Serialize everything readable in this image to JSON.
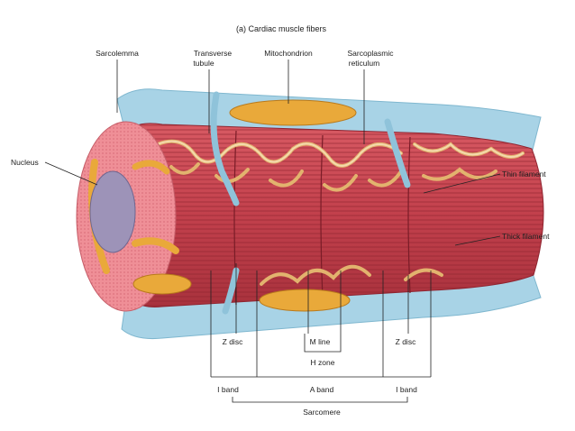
{
  "title": "(a) Cardiac muscle fibers",
  "labels": {
    "sarcolemma": "Sarcolemma",
    "transverse_tubule_1": "Transverse",
    "transverse_tubule_2": "tubule",
    "mitochondrion": "Mitochondrion",
    "sarcoplasmic_reticulum_1": "Sarcoplasmic",
    "sarcoplasmic_reticulum_2": "reticulum",
    "nucleus": "Nucleus",
    "thin_filament": "Thin filament",
    "thick_filament": "Thick filament",
    "z_disc_left": "Z disc",
    "m_line": "M line",
    "z_disc_right": "Z disc",
    "h_zone": "H zone",
    "i_band_left": "I band",
    "a_band": "A band",
    "i_band_right": "I band",
    "sarcomere": "Sarcomere"
  },
  "colors": {
    "fiber": "#c94a55",
    "fiber_dark": "#9e2f3b",
    "sarcolemma": "#a8d3e6",
    "mitochondrion": "#e9a93a",
    "reticulum": "#f2d19a",
    "nucleus": "#9d93b8",
    "end_face": "#ef8f97"
  }
}
